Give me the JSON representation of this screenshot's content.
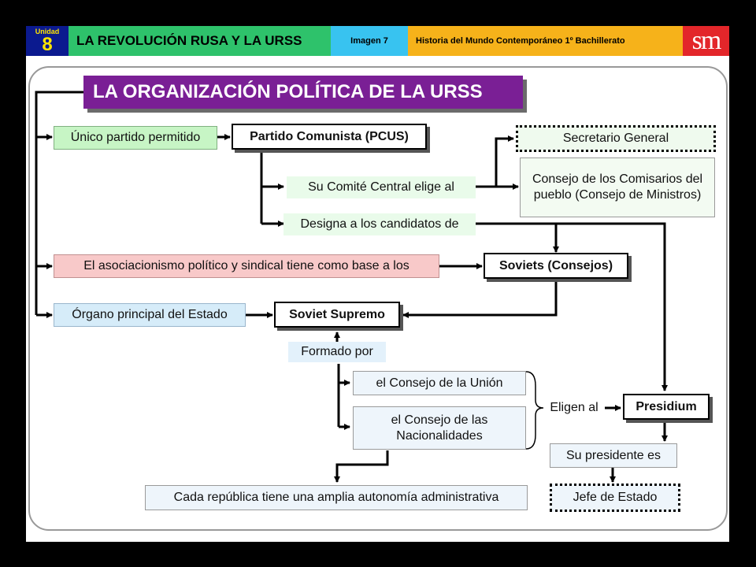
{
  "header": {
    "unit_label": "Unidad",
    "unit_number": "8",
    "unit_title": "LA REVOLUCIÓN RUSA Y LA URSS",
    "image_label": "Imagen 7",
    "course": "Historia del Mundo Contemporáneo 1º Bachillerato",
    "publisher_logo": "sm"
  },
  "diagram": {
    "title": "LA ORGANIZACIÓN POLÍTICA DE LA URSS",
    "unico_partido": "Único partido permitido",
    "pcus": "Partido Comunista (PCUS)",
    "secretario": "Secretario General",
    "comite": "Su Comité Central elige al",
    "consejo_comisarios": "Consejo de los Comisarios del pueblo (Consejo de Ministros)",
    "designa": "Designa a los candidatos de",
    "asociacionismo": "El asociacionismo político y sindical tiene como base a los",
    "soviets": "Soviets (Consejos)",
    "organo": "Órgano principal del Estado",
    "soviet_supremo": "Soviet Supremo",
    "formado_por": "Formado por",
    "consejo_union": "el Consejo de la Unión",
    "consejo_nacionalidades": "el Consejo de las Nacionalidades",
    "eligen_al": "Eligen al",
    "presidium": "Presidium",
    "su_presidente": "Su presidente es",
    "jefe_estado": "Jefe de Estado",
    "republica": "Cada república tiene una amplia autonomía administrativa"
  },
  "colors": {
    "unit": "#0b1a8f",
    "title_band": "#2ec26b",
    "image_band": "#38c3f0",
    "course_band": "#f6b21a",
    "logo": "#e3262a",
    "title_box": "#7a1f95"
  }
}
